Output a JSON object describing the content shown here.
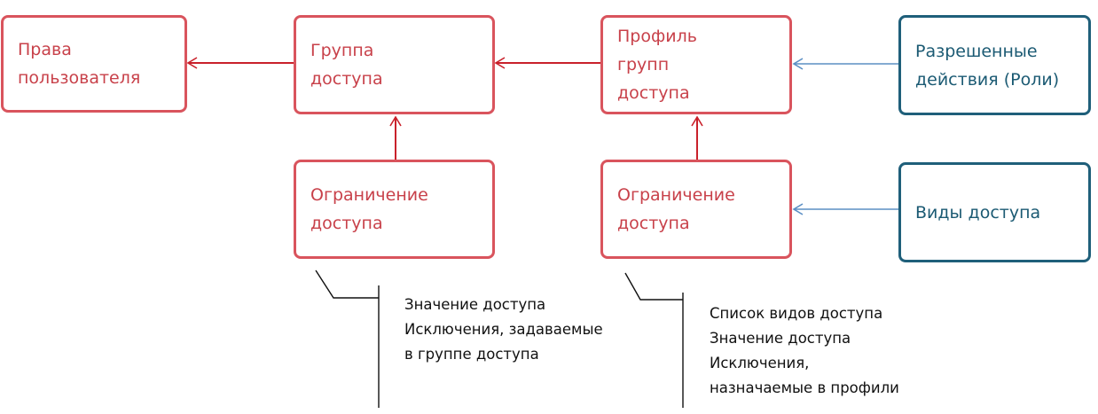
{
  "nodes": {
    "user_rights": {
      "lines": [
        "Права",
        "пользователя"
      ]
    },
    "access_group": {
      "lines": [
        "Группа",
        "доступа"
      ]
    },
    "access_group_profile": {
      "lines": [
        "Профиль",
        "групп",
        "доступа"
      ]
    },
    "allowed_actions": {
      "lines": [
        "Разрешенные",
        "действия (Роли)"
      ]
    },
    "access_restriction_group": {
      "lines": [
        "Ограничение",
        "доступа"
      ]
    },
    "access_restriction_profile": {
      "lines": [
        "Ограничение",
        "доступа"
      ]
    },
    "access_kinds": {
      "lines": [
        "Виды доступа"
      ]
    }
  },
  "notes": {
    "group_note": {
      "lines": [
        "Значение доступа",
        "Исключения, задаваемые",
        "в группе доступа"
      ]
    },
    "profile_note": {
      "lines": [
        "Список видов доступа",
        "Значение доступа",
        "Исключения,",
        "назначаемые в профили"
      ]
    }
  },
  "colors": {
    "red_border": "#d9545d",
    "red_text": "#c8414a",
    "blue_border": "#1f5f7a",
    "blue_text": "#1b5a73",
    "red_arrow": "#c9212b",
    "blue_arrow": "#5b8fc4"
  }
}
